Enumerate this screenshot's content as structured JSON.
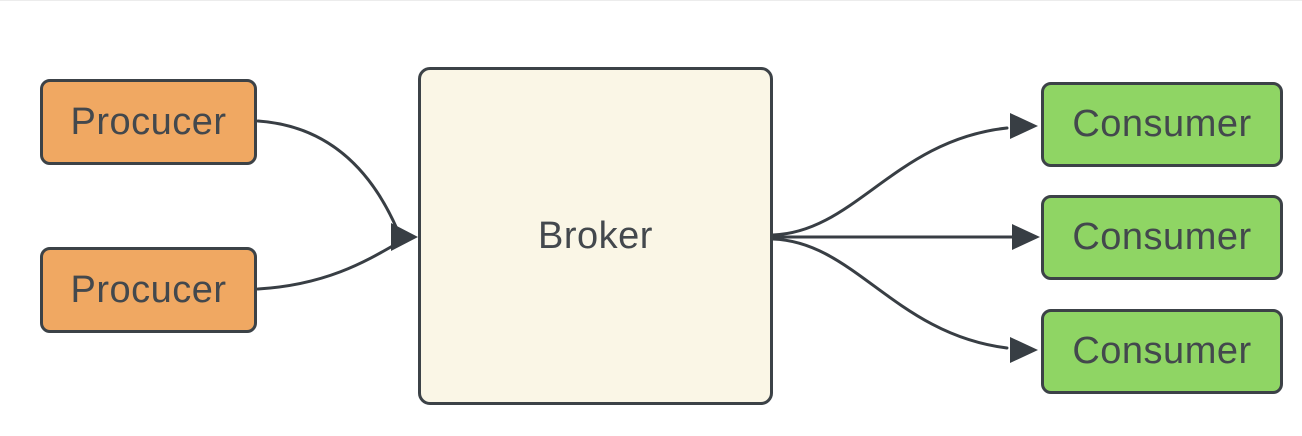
{
  "diagram": {
    "type": "message-broker-flow",
    "nodes": {
      "producers": [
        {
          "label": "Procucer"
        },
        {
          "label": "Procucer"
        }
      ],
      "broker": {
        "label": "Broker"
      },
      "consumers": [
        {
          "label": "Consumer"
        },
        {
          "label": "Consumer"
        },
        {
          "label": "Consumer"
        }
      ]
    },
    "edges": [
      {
        "from": "producer-1",
        "to": "broker",
        "style": "curved-arrow"
      },
      {
        "from": "producer-2",
        "to": "broker",
        "style": "curved-arrow"
      },
      {
        "from": "broker",
        "to": "consumer-1",
        "style": "curved-arrow"
      },
      {
        "from": "broker",
        "to": "consumer-2",
        "style": "straight-arrow"
      },
      {
        "from": "broker",
        "to": "consumer-3",
        "style": "curved-arrow"
      }
    ],
    "colors": {
      "background": "#ffffff",
      "producer_fill": "#f0a862",
      "broker_fill": "#faf6e6",
      "consumer_fill": "#8fd564",
      "node_border": "#3c4247",
      "connector": "#383e44",
      "text": "#43484d"
    }
  }
}
